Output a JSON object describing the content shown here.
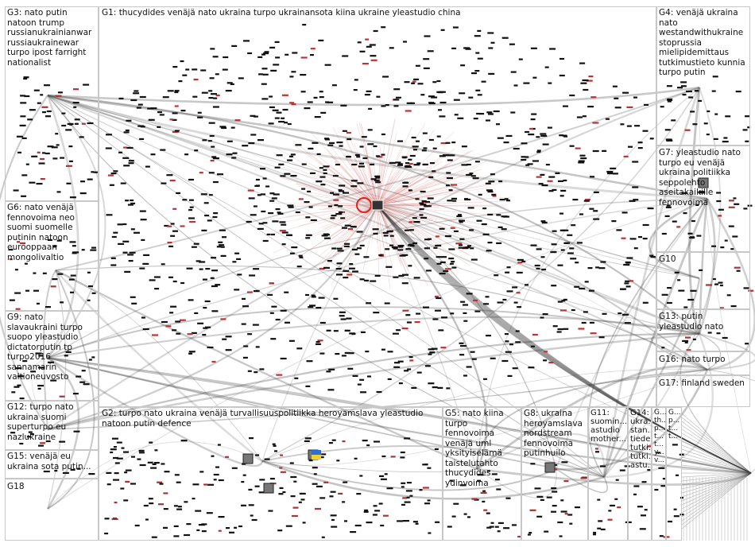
{
  "groups": [
    {
      "id": "G1",
      "label": "G1: thucydides venäjä nato ukraina turpo ukrainansota kiina ukraine yleastudio china"
    },
    {
      "id": "G2",
      "label": "G2: turpo nato ukraina venäjä turvallisuuspolitiikka heroyamslava yleastudio natoon putin defence"
    },
    {
      "id": "G3",
      "label": "G3: nato putin natoon trump russianukrainianwar russiaukrainewar turpo ipost farright nationalist"
    },
    {
      "id": "G4",
      "label": "G4: venäjä ukraina nato westandwithukraine stoprussia mielipidemittaus tutkimustieto kunnia turpo putin"
    },
    {
      "id": "G5",
      "label": "G5: nato kiina turpo fennovoima venäjä uml yksityiselämä taistelutahto thucydides ydinvoima"
    },
    {
      "id": "G6",
      "label": "G6: nato venäjä fennovoima neo suomi suomelle putinin natoon eurooppaan mongolivaltio"
    },
    {
      "id": "G7",
      "label": "G7: yleastudio nato turpo eu venäjä ukraina politiikka seppolehto aseitakaikille fennovoima"
    },
    {
      "id": "G8",
      "label": "G8: ukraina heroyamslava nordstream fennovoima putinhuilo"
    },
    {
      "id": "G9",
      "label": "G9: nato slavaukraini turpo suopo yleastudio dictatorputin tp turpo2016 sannamarin valtioneuvosto"
    },
    {
      "id": "G10",
      "label": "G10"
    },
    {
      "id": "G11",
      "label": "G11: suomin... astudio mother..."
    },
    {
      "id": "G12",
      "label": "G12: turpo nato ukraina suomi superturpo eu nazlukraine"
    },
    {
      "id": "G13",
      "label": "G13: putin yleastudio nato"
    },
    {
      "id": "G14",
      "label": "G14: ukra... stan... tiede... tutki... tutki... astu..."
    },
    {
      "id": "G15",
      "label": "G15: venäjä eu ukraina sota putin..."
    },
    {
      "id": "G16",
      "label": "G16: nato turpo"
    },
    {
      "id": "G17",
      "label": "G17: finland sweden"
    },
    {
      "id": "G18",
      "label": "G18"
    },
    {
      "id": "G19",
      "label": "G... th... p... t... t... y... v..."
    },
    {
      "id": "G20",
      "label": "G... p... t... t..."
    }
  ]
}
